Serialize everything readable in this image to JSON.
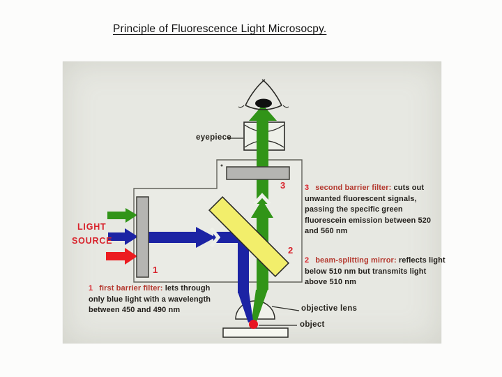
{
  "title": "Principle of Fluorescence Light Microsocpy.",
  "labels": {
    "eyepiece": "eyepiece",
    "light_line1": "LIGHT",
    "light_line2": "SOURCE",
    "objective_lens": "objective lens",
    "object": "object"
  },
  "markers": {
    "filter1": "1",
    "mirror": "2",
    "filter2": "3"
  },
  "annotations": [
    {
      "number": "1",
      "name": "first barrier filter:",
      "description": " lets through only blue light with a wavelength between 450 and 490 nm"
    },
    {
      "number": "2",
      "name": "beam-splitting mirror:",
      "description": " reflects light below 510 nm but transmits light above 510 nm"
    },
    {
      "number": "3",
      "name": "second barrier filter:",
      "description": " cuts out unwanted fluorescent signals, passing the specific green fluorescein emission between 520 and 560 nm"
    }
  ],
  "colors": {
    "green_beam": "#319418",
    "blue_beam": "#1c23a4",
    "red_arrow": "#ec1c20",
    "red_label": "#d8232c",
    "name_red": "#b4382e",
    "text_dark": "#24211d",
    "mirror_yellow": "#f2ee6b",
    "filter_gray": "#b5b5b2",
    "outline_dark": "#2b2b27",
    "housing_line": "#62625b",
    "card_bg": "#e7e8e2",
    "card_light": "#f3f4ee",
    "object_red": "#e81621",
    "chevron_white": "#eef0e9"
  }
}
